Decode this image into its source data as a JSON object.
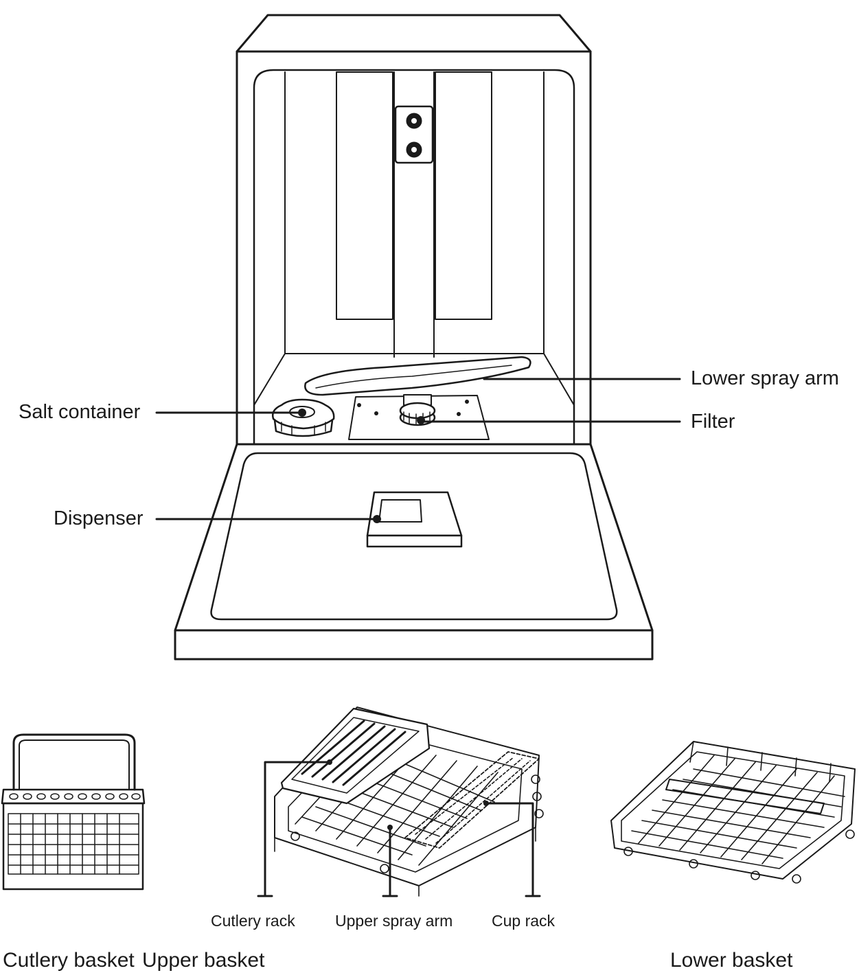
{
  "labels": {
    "salt_container": "Salt container",
    "dispenser": "Dispenser",
    "lower_spray_arm": "Lower spray arm",
    "filter": "Filter",
    "cutlery_rack": "Cutlery rack",
    "upper_spray_arm": "Upper spray arm",
    "cup_rack": "Cup rack",
    "cutlery_basket": "Cutlery basket",
    "upper_basket": "Upper basket",
    "lower_basket": "Lower basket"
  },
  "colors": {
    "line": "#1a1a1a",
    "background": "#ffffff"
  }
}
